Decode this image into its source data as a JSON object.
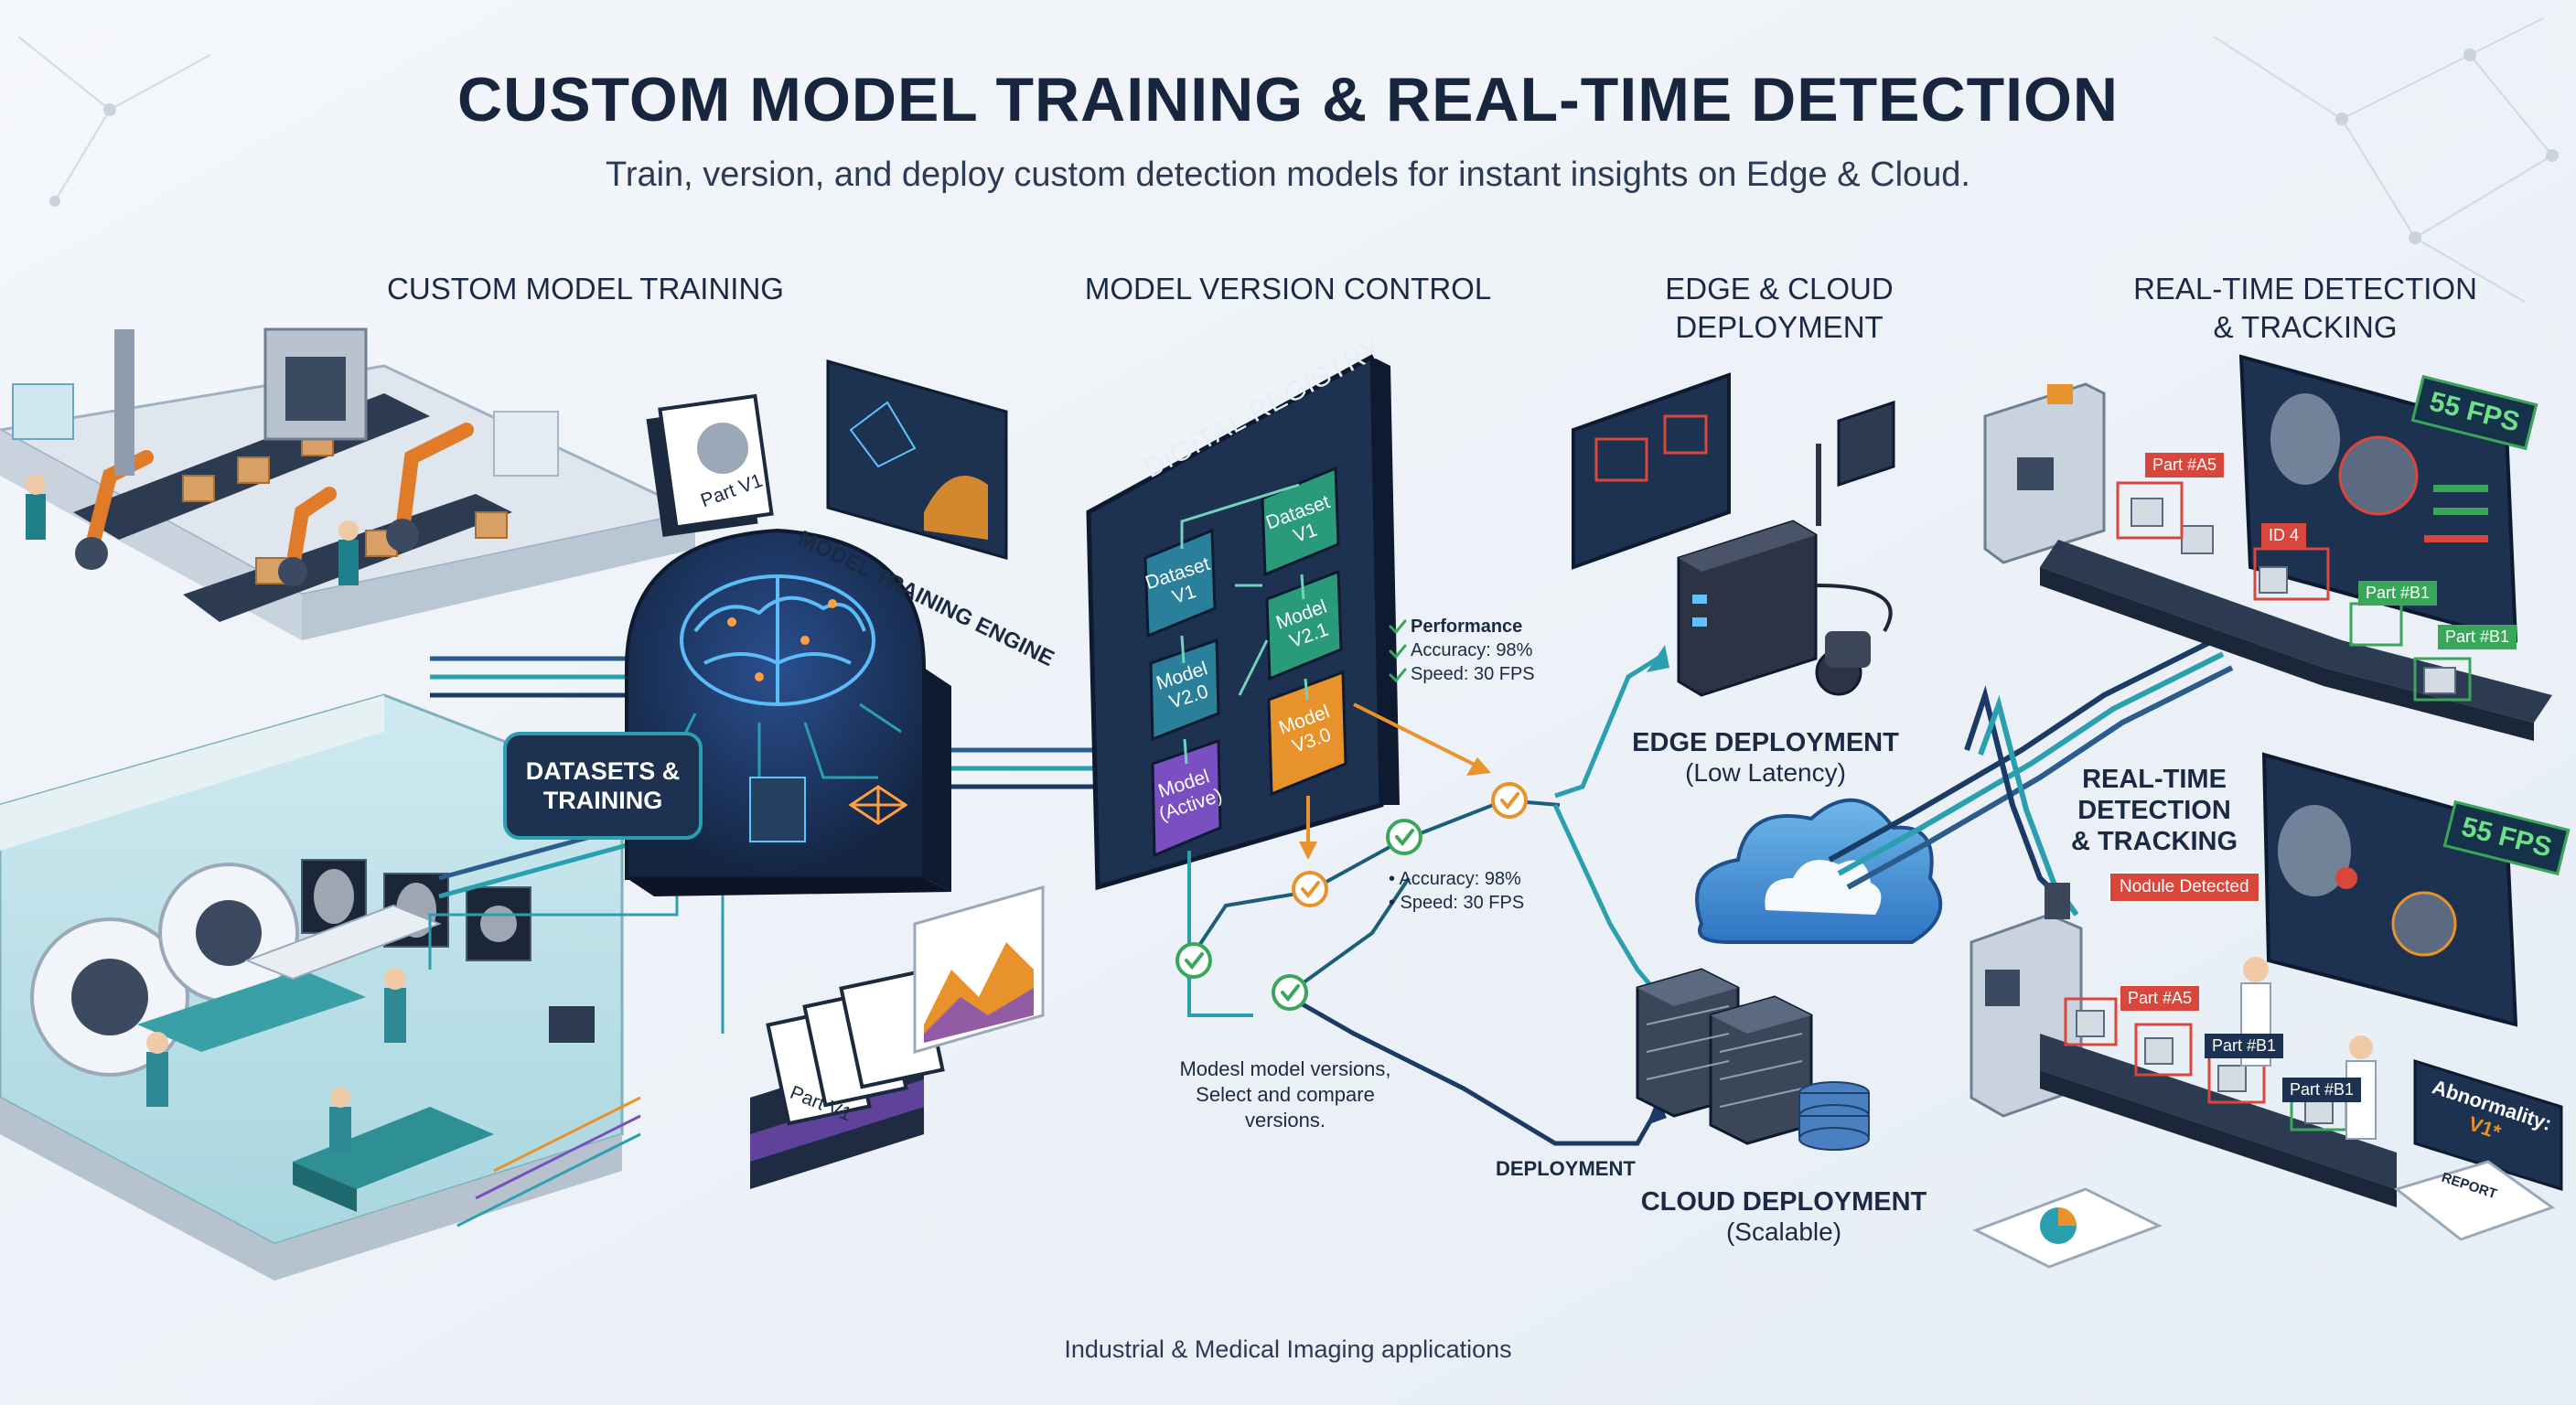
{
  "header": {
    "title": "CUSTOM MODEL TRAINING & REAL-TIME DETECTION",
    "subtitle": "Train, version, and deploy custom detection models for instant insights on Edge & Cloud."
  },
  "sections": {
    "training": "CUSTOM MODEL TRAINING",
    "version_control": "MODEL VERSION CONTROL",
    "deployment_line1": "EDGE & CLOUD",
    "deployment_line2": "DEPLOYMENT",
    "detection_line1": "REAL-TIME DETECTION",
    "detection_line2": "& TRACKING"
  },
  "training": {
    "datasets_badge_line1": "DATASETS &",
    "datasets_badge_line2": "TRAINING",
    "engine_label": "MODEL TRAINING ENGINE",
    "part_card_top": "Part V1",
    "part_card_bottom": "Part V1"
  },
  "registry": {
    "title": "DIGITAL REGISTRY",
    "nodes": {
      "dataset_v1_left_1": "Dataset",
      "dataset_v1_left_2": "V1",
      "model_v20_1": "Model",
      "model_v20_2": "V2.0",
      "model_active_1": "Model",
      "model_active_2": "(Active)",
      "dataset_v1_right_1": "Dataset",
      "dataset_v1_right_2": "V1",
      "model_v21_1": "Model",
      "model_v21_2": "V2.1",
      "model_v30_1": "Model",
      "model_v30_2": "V3.0"
    },
    "performance": {
      "heading": "Performance",
      "accuracy": "Accuracy: 98%",
      "speed": "Speed: 30 FPS"
    },
    "metrics_lower": {
      "accuracy": "• Accuracy: 98%",
      "speed": "• Speed: 30 FPS"
    },
    "compare_note_line1": "Modesl model versions,",
    "compare_note_line2": "Select and compare",
    "compare_note_line3": "versions.",
    "deployment_arrow": "DEPLOYMENT"
  },
  "deployment": {
    "edge_title": "EDGE DEPLOYMENT",
    "edge_sub": "(Low Latency)",
    "cloud_title": "CLOUD DEPLOYMENT",
    "cloud_sub": "(Scalable)"
  },
  "detection": {
    "fps_top": "55 FPS",
    "fps_bottom": "55 FPS",
    "tags_top": [
      "Part #A5",
      "ID 4",
      "Part #B1",
      "Part #B1"
    ],
    "lower_title_1": "REAL-TIME",
    "lower_title_2": "DETECTION",
    "lower_title_3": "& TRACKING",
    "nodule": "Nodule Detected",
    "tags_bottom": [
      "Part #A5",
      "Part #B1",
      "Part #B1"
    ],
    "abnormality_1": "Abnormality:",
    "abnormality_2": "V1*",
    "report": "REPORT"
  },
  "footer": "Industrial & Medical Imaging applications",
  "colors": {
    "navy": "#17253f",
    "teal": "#2a9fb0",
    "orange": "#e8922c",
    "green": "#3aa65a",
    "purple": "#7a4fc2",
    "red": "#d9473c",
    "panel": "#1d3150"
  }
}
